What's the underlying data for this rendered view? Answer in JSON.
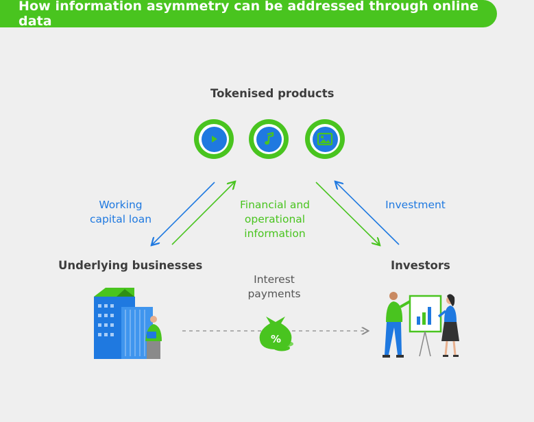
{
  "title": "How information asymmetry can be addressed through online data",
  "nodes": {
    "tokenised_products": "Tokenised products",
    "underlying_businesses": "Underlying businesses",
    "investors": "Investors"
  },
  "flows": {
    "working_capital_loan": [
      "Working",
      "capital loan"
    ],
    "financial_info": [
      "Financial and",
      "operational",
      "information"
    ],
    "investment": "Investment",
    "interest_payments": [
      "Interest",
      "payments"
    ]
  },
  "token_icons": [
    "play-icon",
    "music-note-icon",
    "image-icon"
  ],
  "money_bag_symbol": "%",
  "colors": {
    "brand_green": "#49c41f",
    "brand_blue": "#1f79e0",
    "text_dark": "#3d3d3d",
    "background": "#efefef"
  }
}
